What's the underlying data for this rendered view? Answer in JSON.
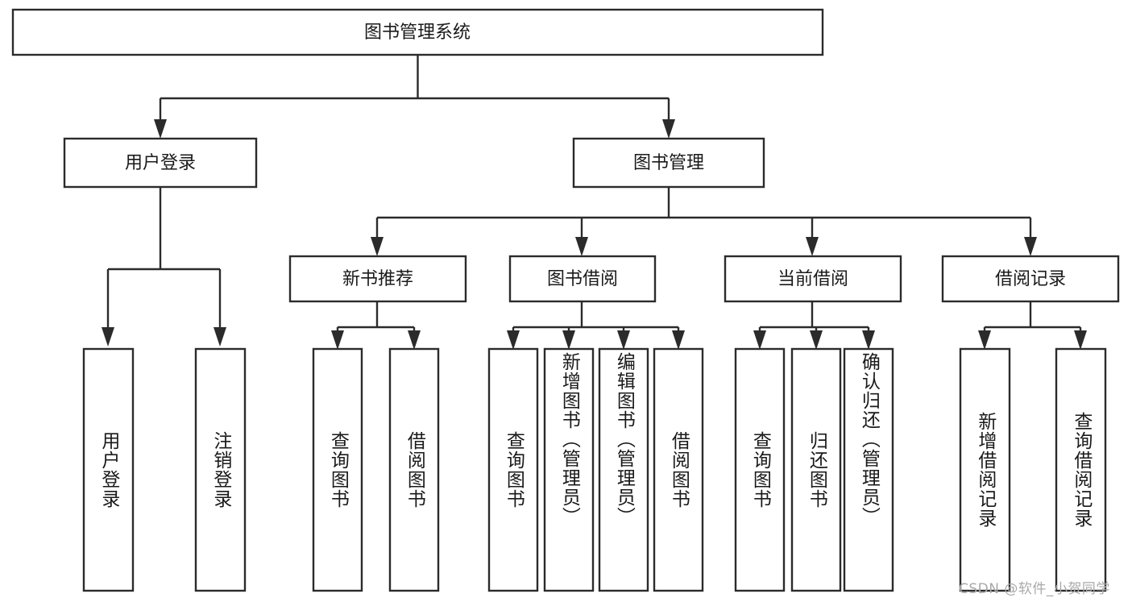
{
  "diagram": {
    "type": "tree",
    "title": "图书管理系统",
    "orientation": "top-down",
    "colors": {
      "box_stroke": "#2b2b2b",
      "box_fill": "#ffffff",
      "connector": "#2b2b2b",
      "text": "#1a1a1a",
      "background": "#ffffff",
      "watermark": "#a9a9a9"
    },
    "root": {
      "label": "图书管理系统"
    },
    "level2": [
      {
        "label": "用户登录"
      },
      {
        "label": "图书管理"
      }
    ],
    "level3": [
      {
        "label": "新书推荐"
      },
      {
        "label": "图书借阅"
      },
      {
        "label": "当前借阅"
      },
      {
        "label": "借阅记录"
      }
    ],
    "leaves": {
      "user_login": [
        {
          "label": "用户登录"
        },
        {
          "label": "注销登录"
        }
      ],
      "new_book_recommend": [
        {
          "label": "查询图书"
        },
        {
          "label": "借阅图书"
        }
      ],
      "book_borrow": [
        {
          "label": "查询图书"
        },
        {
          "label": "新增图书（管理员）"
        },
        {
          "label": "编辑图书（管理员）"
        },
        {
          "label": "借阅图书"
        }
      ],
      "current_borrow": [
        {
          "label": "查询图书"
        },
        {
          "label": "归还图书"
        },
        {
          "label": "确认归还（管理员）"
        }
      ],
      "borrow_record": [
        {
          "label": "新增借阅记录"
        },
        {
          "label": "查询借阅记录"
        }
      ]
    }
  },
  "watermark": {
    "text": "CSDN @软件_小贺同学"
  }
}
